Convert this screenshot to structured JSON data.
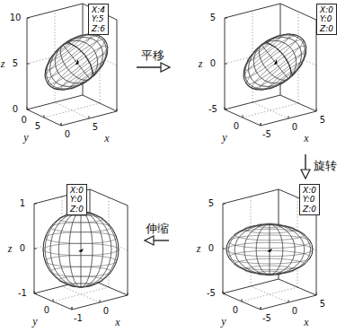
{
  "diagram": {
    "nodes": [
      {
        "text": [
          "10",
          "5",
          "0",
          "z",
          "5",
          "0",
          "y",
          "0",
          "5",
          "x"
        ]
      },
      {
        "text": [
          "X:4 Y:5 Z:6"
        ],
        "in": 0
      },
      {
        "text": [
          "5",
          "0",
          "-5",
          "z",
          "0",
          "y",
          "-5",
          "0",
          "5",
          "x"
        ]
      },
      {
        "text": [
          "X:0 Y:0 Z:0"
        ],
        "in": 2
      },
      {
        "text": [
          "1",
          "0",
          "-1",
          "z",
          "0",
          "y",
          "-1",
          "0",
          "x"
        ]
      },
      {
        "text": [
          "X:0 Y:0 Z:0"
        ],
        "in": 4
      },
      {
        "text": [
          "5",
          "0",
          "-5",
          "z",
          "0",
          "y",
          "-5",
          "0",
          "5",
          "x"
        ]
      },
      {
        "text": [
          "X:0 Y:0 Z:0"
        ],
        "in": 6
      }
    ],
    "edges": [
      {
        "from": 0,
        "to": 2,
        "label": "平移",
        "arrow": "to"
      },
      {
        "from": 2,
        "to": 6,
        "label": "旋转",
        "arrow": "to"
      },
      {
        "from": 6,
        "to": 4,
        "label": "伸缩",
        "arrow": "to"
      }
    ]
  }
}
